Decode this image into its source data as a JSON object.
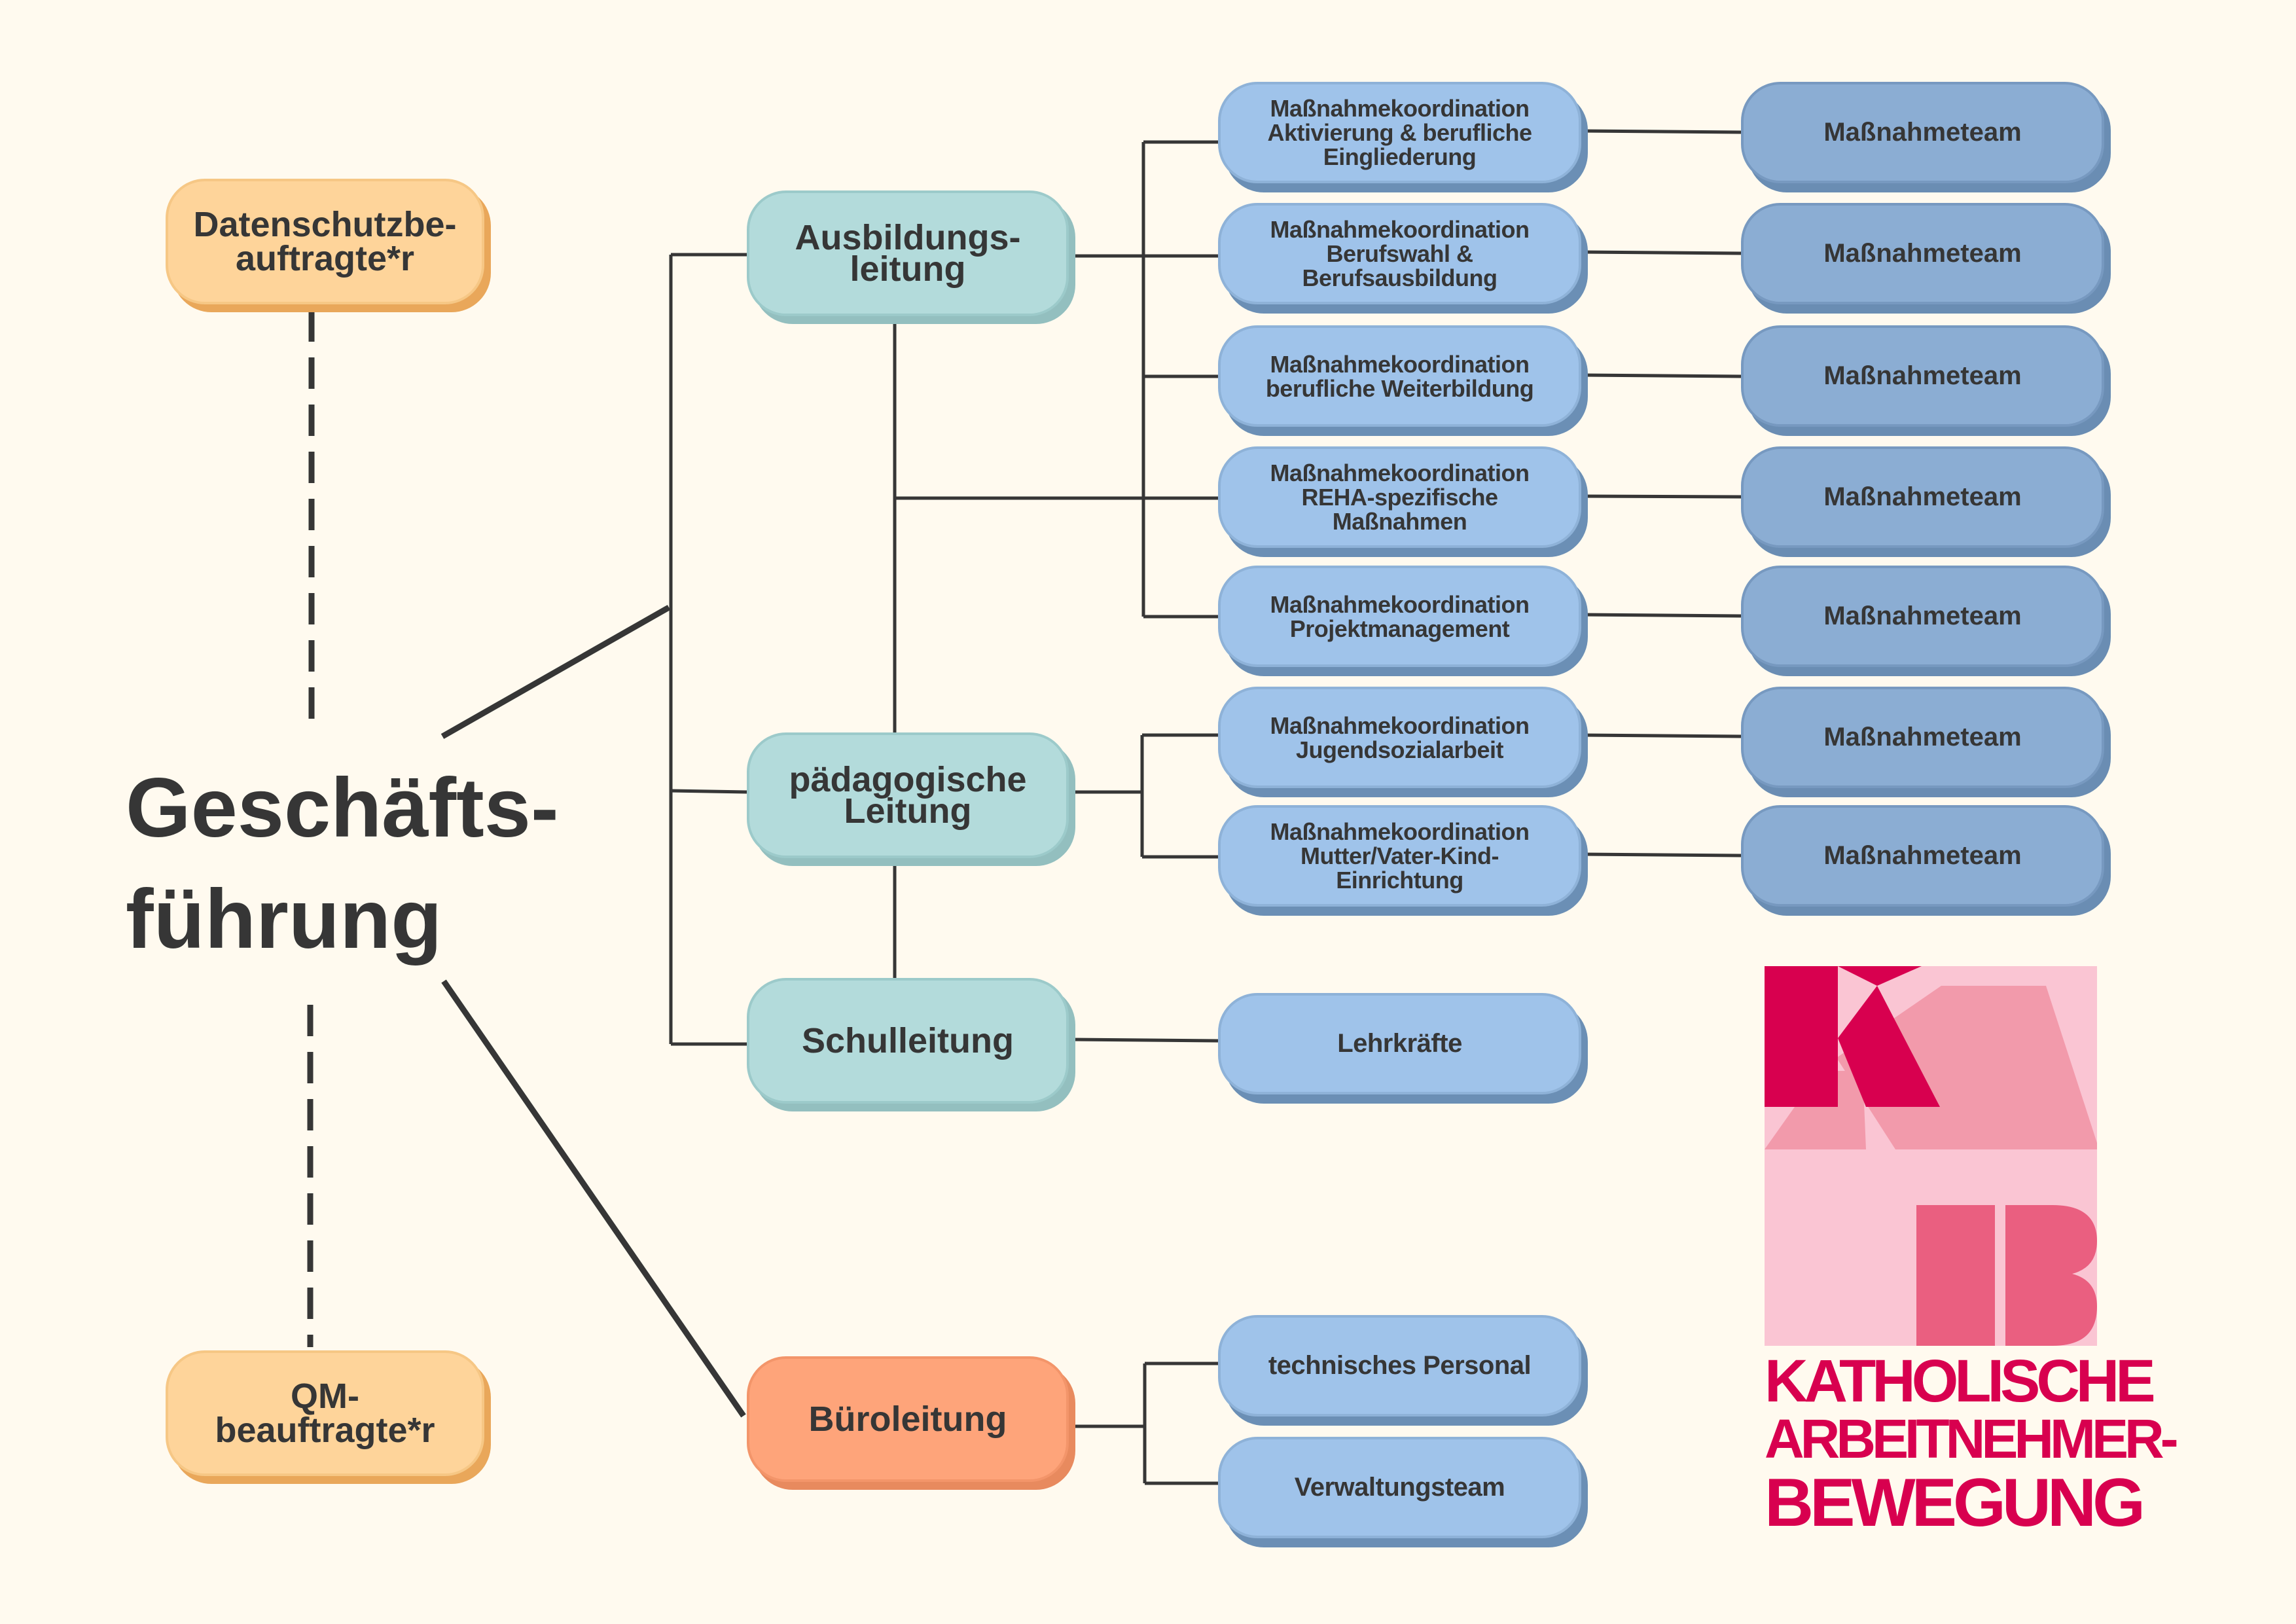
{
  "title": "Geschäfts-\nführung",
  "side": {
    "datenschutz": "Datenschutzbe-\nauftragte*r",
    "qm": "QM-\nbeauftragte*r"
  },
  "units": {
    "ausbildung": "Ausbildungs-\nleitung",
    "paedagogik": "pädagogische\nLeitung",
    "schule": "Schulleitung",
    "buero": "Büroleitung"
  },
  "coordination": [
    {
      "label": "Maßnahmekoordination\nAktivierung & berufliche\nEingliederung",
      "team": "Maßnahmeteam"
    },
    {
      "label": "Maßnahmekoordination\nBerufswahl &\nBerufsausbildung",
      "team": "Maßnahmeteam"
    },
    {
      "label": "Maßnahmekoordination\nberufliche Weiterbildung",
      "team": "Maßnahmeteam"
    },
    {
      "label": "Maßnahmekoordination\nREHA-spezifische\nMaßnahmen",
      "team": "Maßnahmeteam"
    },
    {
      "label": "Maßnahmekoordination\nProjektmanagement",
      "team": "Maßnahmeteam"
    },
    {
      "label": "Maßnahmekoordination\nJugendsozialarbeit",
      "team": "Maßnahmeteam"
    },
    {
      "label": "Maßnahmekoordination\nMutter/Vater-Kind-\nEinrichtung",
      "team": "Maßnahmeteam"
    }
  ],
  "school_staff": "Lehrkräfte",
  "office_staff": [
    "technisches Personal",
    "Verwaltungsteam"
  ],
  "logo": {
    "line1": "KATHOLISCHE",
    "line2": "ARBEITNEHMER-",
    "line3": "BEWEGUNG",
    "colors": {
      "dark": "#d8004f",
      "mid": "#ea5f80",
      "light": "#f29aab",
      "bg": "#fac5d3"
    }
  }
}
